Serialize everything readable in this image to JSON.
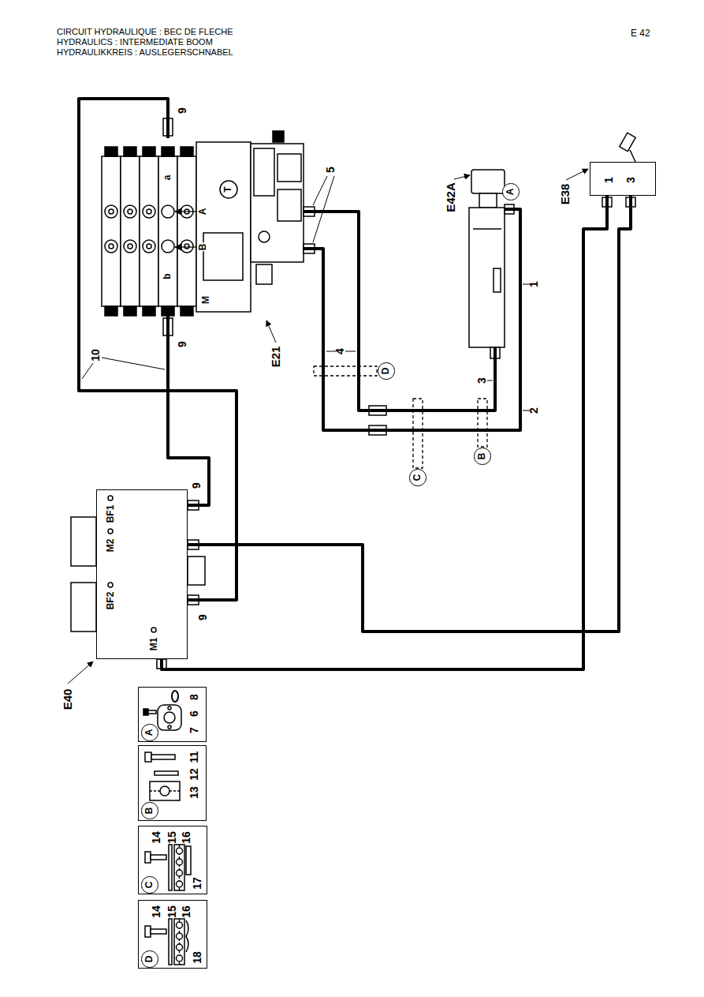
{
  "diagram": {
    "title": "CIRCUIT HYDRAULIQUE : BEC DE FLECHE",
    "nodes": [
      {
        "text": [
          "E21",
          "a",
          "T",
          "A",
          "B",
          "b",
          "M"
        ]
      },
      {
        "text": [
          "E42A"
        ]
      },
      {
        "text": [
          "A"
        ]
      },
      {
        "text": [
          "E38",
          "1",
          "3"
        ]
      },
      {
        "text": [
          "E40",
          "BF1",
          "M2",
          "BF2",
          "M1"
        ]
      },
      {
        "text": [
          "D"
        ]
      },
      {
        "text": [
          "C"
        ]
      },
      {
        "text": [
          "B"
        ]
      },
      {
        "text": [
          "8",
          "6",
          "7"
        ]
      },
      {
        "text": [
          "A"
        ],
        "in": 8
      },
      {
        "text": [
          "11",
          "12",
          "13"
        ]
      },
      {
        "text": [
          "B"
        ],
        "in": 10
      },
      {
        "text": [
          "14",
          "15",
          "16",
          "17"
        ]
      },
      {
        "text": [
          "C"
        ],
        "in": 12
      },
      {
        "text": [
          "14",
          "15",
          "16",
          "18"
        ]
      },
      {
        "text": [
          "D"
        ],
        "in": 14
      }
    ],
    "edges": [
      {
        "from": 0,
        "to": 1,
        "arrow": "none"
      },
      {
        "from": 0,
        "to": 1,
        "arrow": "none"
      },
      {
        "from": 0,
        "to": 4,
        "arrow": "none"
      },
      {
        "from": 0,
        "to": 4,
        "arrow": "none"
      },
      {
        "from": 4,
        "to": 3,
        "arrow": "none"
      },
      {
        "from": 4,
        "to": 3,
        "arrow": "none"
      }
    ],
    "labels": [
      "HYDRAULICS : INTERMEDIATE BOOM",
      "HYDRAULIKKREIS : AUSLEGERSCHNABEL",
      "E 42",
      "9",
      "5",
      "9",
      "4",
      "10",
      "3",
      "2",
      "1",
      "9",
      "9"
    ]
  }
}
